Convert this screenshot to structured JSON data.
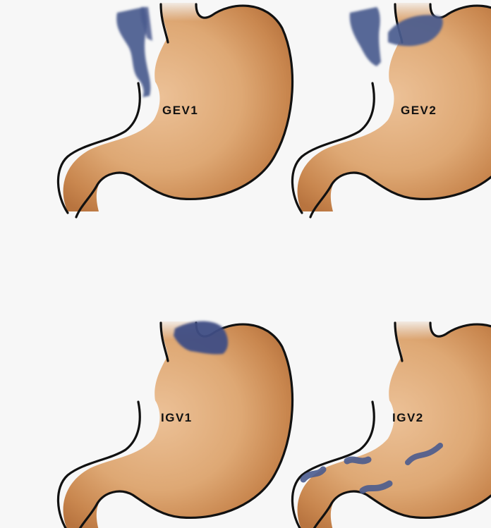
{
  "figure": {
    "panels": [
      {
        "id": "gev1",
        "label": "GEV1"
      },
      {
        "id": "gev2",
        "label": "GEV2"
      },
      {
        "id": "igv1",
        "label": "IGV1"
      },
      {
        "id": "igv2",
        "label": "IGV2"
      }
    ]
  },
  "colors": {
    "background": "#f7f7f7",
    "stomach_light": "#ecc197",
    "stomach_mid": "#d79b66",
    "stomach_dark": "#b8743f",
    "varices": "#4a5b8e",
    "outline": "#111111"
  },
  "icons": {
    "stomach": "stomach-icon",
    "varices": "varices-icon"
  }
}
